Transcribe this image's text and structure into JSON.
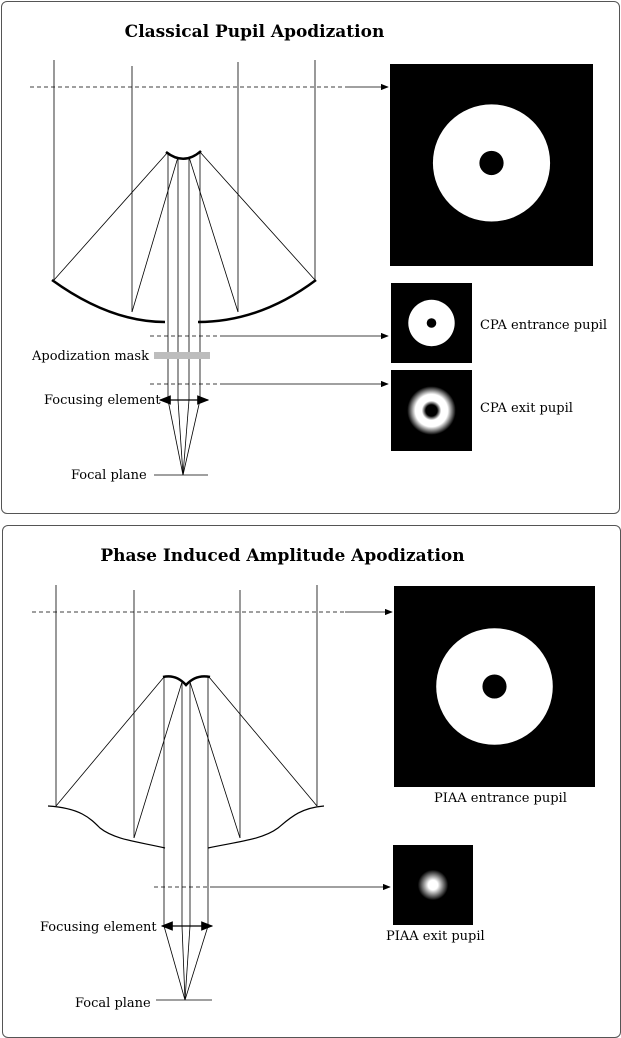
{
  "cpa": {
    "title": "Classical Pupil Apodization",
    "labels": {
      "apodization_mask": "Apodization mask",
      "focusing_element": "Focusing element",
      "focal_plane": "Focal plane",
      "entrance_pupil": "CPA entrance pupil",
      "exit_pupil": "CPA exit pupil"
    }
  },
  "piaa": {
    "title": "Phase Induced Amplitude Apodization",
    "labels": {
      "entrance_pupil": "PIAA entrance pupil",
      "exit_pupil": "PIAA exit pupil",
      "focusing_element": "Focusing element",
      "focal_plane": "Focal plane"
    }
  },
  "colors": {
    "pupil_background": "#000000",
    "pupil_light": "#ffffff",
    "mask": "#bdbdbd",
    "lines": "#000000"
  }
}
